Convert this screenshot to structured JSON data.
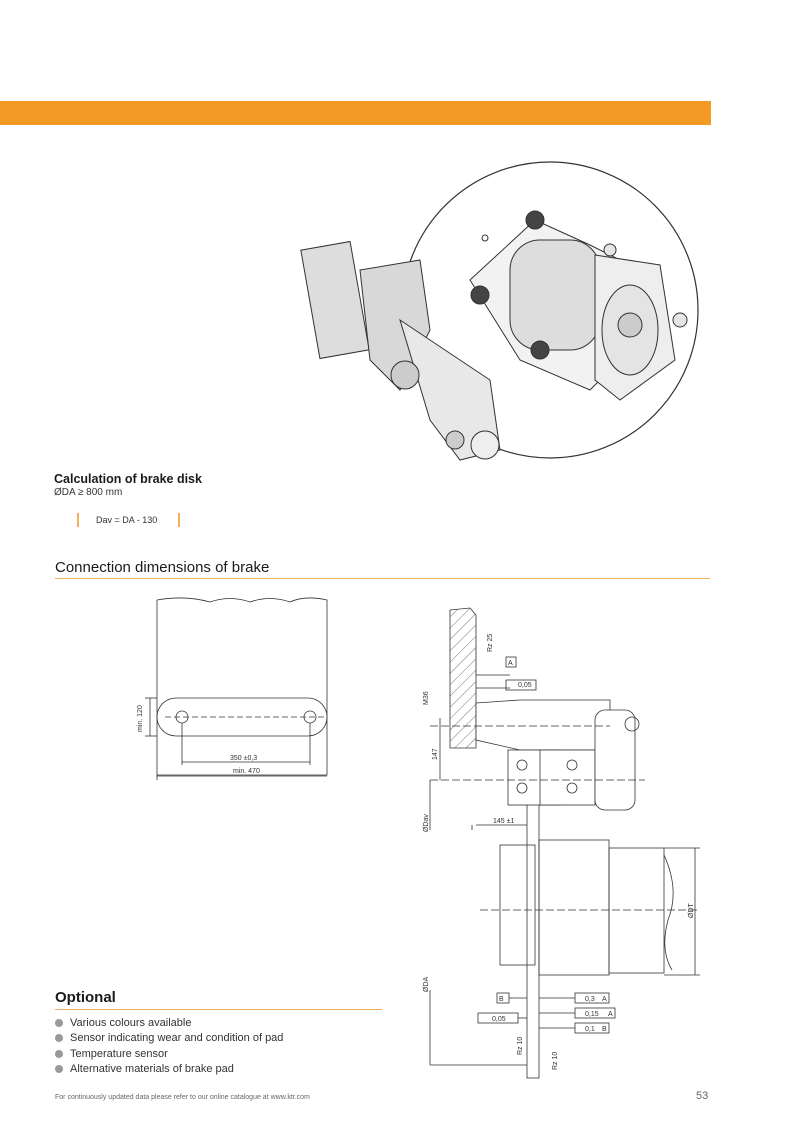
{
  "calc": {
    "title": "Calculation of brake disk",
    "condition": "ØDA ≥ 800 mm",
    "formula": "Dav = DA - 130"
  },
  "section_title": "Connection dimensions of brake",
  "left_drawing": {
    "dim_height": "min. 120",
    "dim_holes": "350 ±0,3",
    "dim_length": "min. 470"
  },
  "right_drawing": {
    "rz_top": "Rz 25",
    "datum_a": "A",
    "flatness_top": "0,05",
    "thread": "M36",
    "dim_147": "147",
    "dim_145": "145 ±1",
    "dav": "ØDav",
    "dt": "ØDT",
    "da": "ØDA",
    "datum_b": "B",
    "flatness_bottom": "0,05",
    "tol1": "0,3",
    "tol1_ref": "A",
    "tol2": "0,15",
    "tol2_ref": "A",
    "tol3": "0,1",
    "tol3_ref": "B",
    "rz_left": "Rz 10",
    "rz_right": "Rz 10"
  },
  "optional": {
    "title": "Optional",
    "items": [
      "Various colours available",
      "Sensor indicating wear and condition of pad",
      "Temperature sensor",
      "Alternative materials of brake pad"
    ]
  },
  "footer": {
    "note": "For continuously updated data please refer to our online catalogue at www.ktr.com",
    "page": "53"
  },
  "colors": {
    "accent": "#f39a25"
  }
}
